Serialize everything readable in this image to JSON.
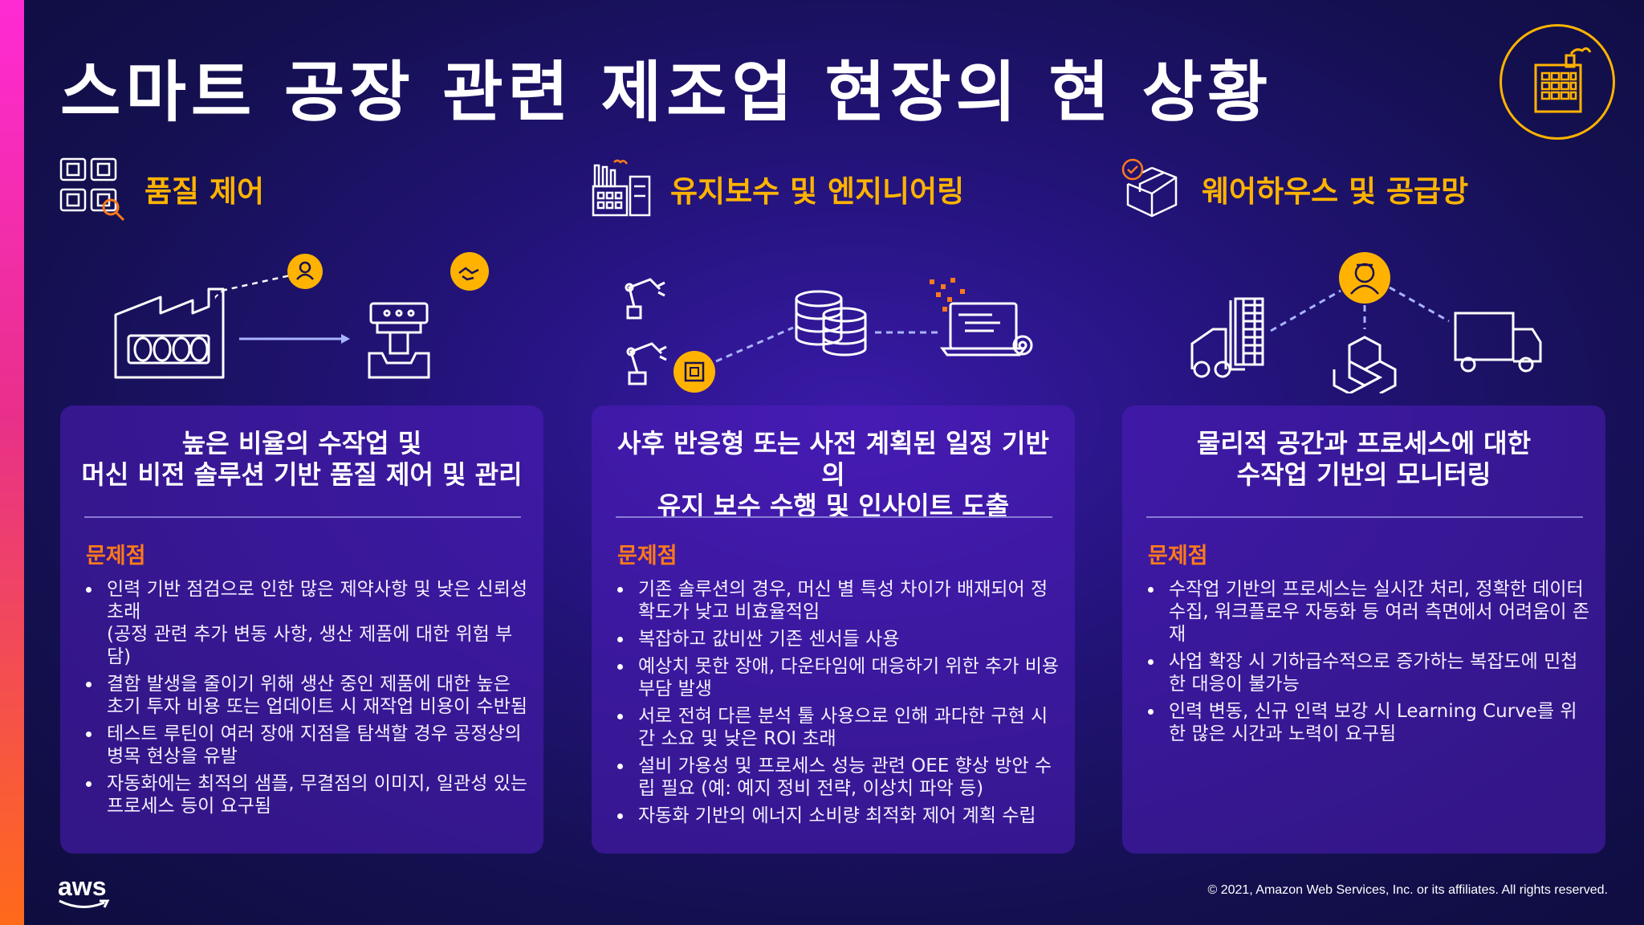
{
  "slide": {
    "title": "스마트 공장 관련 제조업 현장의 현 상황",
    "copyright": "© 2021, Amazon Web Services, Inc. or its affiliates. All rights reserved.",
    "logo_text": "aws"
  },
  "colors": {
    "accent": "#ffb300",
    "problem": "#ff7a1a",
    "card": "#5a24c8"
  },
  "sections": [
    {
      "title": "품질 제어",
      "icon": "quality-inspection-icon",
      "card_title_1": "높은 비율의 수작업 및",
      "card_title_2": "머신 비전 솔루션 기반 품질 제어 및 관리",
      "problem_label": "문제점",
      "bullets": [
        "인력 기반 점검으로 인한 많은 제약사항 및 낮은 신뢰성 초래\n(공정 관련 추가 변동 사항, 생산 제품에 대한 위험 부담)",
        "결함 발생을 줄이기 위해 생산 중인 제품에 대한 높은 초기 투자 비용 또는 업데이트 시 재작업 비용이 수반됨",
        "테스트 루틴이 여러 장애 지점을 탐색할 경우 공정상의 병목 현상을 유발",
        "자동화에는 최적의 샘플, 무결점의 이미지, 일관성 있는 프로세스 등이 요구됨"
      ]
    },
    {
      "title": "유지보수 및 엔지니어링",
      "icon": "factory-buildings-icon",
      "card_title_1": "사후 반응형 또는 사전 계획된 일정 기반의",
      "card_title_2": "유지 보수 수행 및 인사이트 도출",
      "problem_label": "문제점",
      "bullets": [
        "기존 솔루션의 경우, 머신 별 특성 차이가 배재되어 정확도가 낮고 비효율적임",
        "복잡하고 값비싼 기존 센서들 사용",
        "예상치 못한 장애, 다운타임에 대응하기 위한 추가 비용 부담 발생",
        "서로 전혀 다른 분석 툴 사용으로 인해 과다한 구현 시간 소요 및 낮은 ROI 초래",
        "설비 가용성 및 프로세스 성능 관련 OEE 향상 방안 수립 필요 (예: 예지 정비 전략, 이상치 파악 등)",
        "자동화 기반의 에너지 소비량 최적화 제어 계획 수립"
      ]
    },
    {
      "title": "웨어하우스 및 공급망",
      "icon": "package-check-icon",
      "card_title_1": "물리적 공간과 프로세스에 대한",
      "card_title_2": "수작업 기반의 모니터링",
      "problem_label": "문제점",
      "bullets": [
        "수작업 기반의 프로세스는 실시간 처리, 정확한 데이터 수집, 워크플로우 자동화 등 여러 측면에서 어려움이 존재",
        "사업 확장 시 기하급수적으로 증가하는 복잡도에 민첩한 대응이 불가능",
        "인력 변동, 신규 인력 보강 시 Learning Curve를 위한 많은 시간과 노력이 요구됨"
      ]
    }
  ]
}
